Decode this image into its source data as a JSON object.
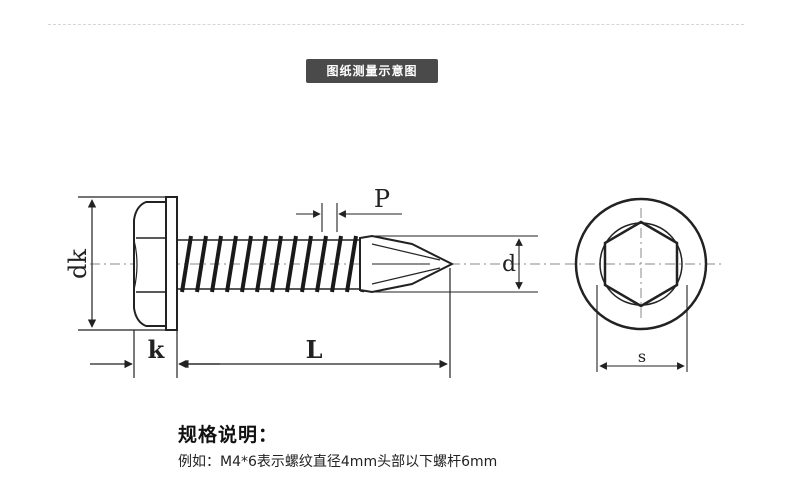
{
  "badge": "图纸测量示意图",
  "labels": {
    "p": "P",
    "d": "d",
    "dk": "dk",
    "k": "k",
    "l": "L",
    "s": "s"
  },
  "spec": {
    "title": "规格说明：",
    "example": "例如：M4*6表示螺纹直径4mm头部以下螺杆6mm"
  }
}
